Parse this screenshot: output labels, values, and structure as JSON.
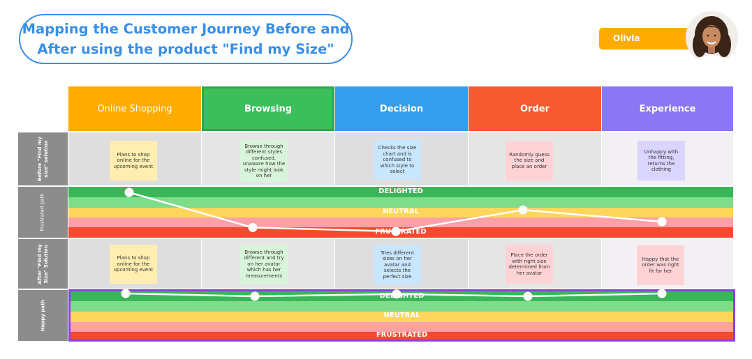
{
  "title": {
    "line1": "Mapping the Customer Journey Before and",
    "line2": "After using the product \"Find my Size\""
  },
  "persona": {
    "name": "Olivia",
    "photo_icon": "woman-portrait-icon"
  },
  "stages": [
    {
      "label": "Online Shopping",
      "color": "#ffab00"
    },
    {
      "label": "Browsing",
      "color": "#3dbe5d"
    },
    {
      "label": "Decision",
      "color": "#359ded"
    },
    {
      "label": "Order",
      "color": "#f55a30"
    },
    {
      "label": "Experience",
      "color": "#8b76f4"
    }
  ],
  "rows": {
    "before": "Before \"Find my size\" solution",
    "frustrated": "Frustrated path",
    "after": "After \"Find my Size\" Solution",
    "happy": "Happy path"
  },
  "bands": {
    "delighted": "DELIGHTED",
    "neutral": "NEUTRAL",
    "frustrated": "FRUSTRATED"
  },
  "band_colors": [
    "#3ab659",
    "#7fdc8a",
    "#ffd65c",
    "#ff9fa6",
    "#f44b30"
  ],
  "before_notes": [
    {
      "text": "Plans to shop online for the upcoming event",
      "color": "#ffeeb0"
    },
    {
      "text": "Browse through different styles confused, unaware how the style might look on her",
      "color": "#d9f5d9"
    },
    {
      "text": "Checks the size chart and is confused to which style to select",
      "color": "#c9e6ff"
    },
    {
      "text": "Randomly guess the size and place an order",
      "color": "#ffd3d6"
    },
    {
      "text": "Unhappy with the fitting, returns the clothing",
      "color": "#d9d5ff"
    }
  ],
  "after_notes": [
    {
      "text": "Plans to shop online for the upcoming event",
      "color": "#ffeeb0"
    },
    {
      "text": "Browse through different and try on her avatar which has her measurements",
      "color": "#d9f5d9"
    },
    {
      "text": "Tries different sizes on her avatar and selects the perfect size",
      "color": "#c9e6ff"
    },
    {
      "text": "Place the order with right size determined from her avatar",
      "color": "#ffd3d6"
    },
    {
      "text": "Happy that the order was right fit for her",
      "color": "#ffd3d6"
    }
  ],
  "frustrated_path_levels": [
    1.0,
    0.1,
    0.0,
    0.55,
    0.25
  ],
  "happy_path_levels": [
    1.0,
    0.75,
    0.95,
    0.75,
    1.0
  ]
}
